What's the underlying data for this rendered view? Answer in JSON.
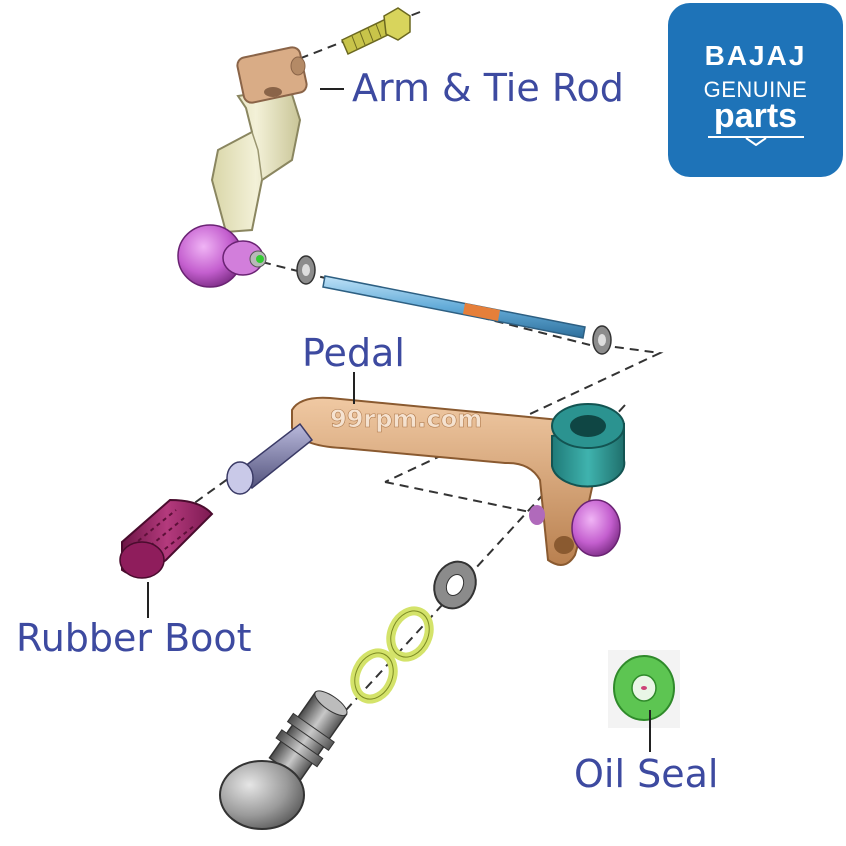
{
  "labels": {
    "arm_tie_rod": "Arm & Tie Rod",
    "pedal": "Pedal",
    "rubber_boot": "Rubber Boot",
    "oil_seal": "Oil Seal"
  },
  "logo": {
    "brand": "BAJAJ",
    "line2": "GENUINE",
    "line3": "parts",
    "color": "#1e73b8"
  },
  "watermark": "99rpm.com",
  "colors": {
    "label_text": "#3d4aa0",
    "arm": "#e9e6c2",
    "arm_block": "#d7aa84",
    "ball_joint": "#c45fcf",
    "tie_rod": "#6fb2de",
    "pedal": "#d3a071",
    "bushing": "#2b9390",
    "rubber_boot": "#9c2467",
    "pivot_pin": "#7a7aa8",
    "o_ring": "#d4e36a",
    "washer": "#8b8b8b",
    "shaft": "#777777",
    "oil_seal": "#5dc552"
  }
}
